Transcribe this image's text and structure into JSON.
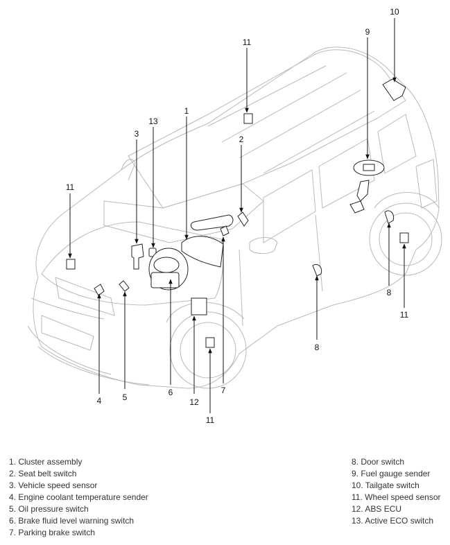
{
  "callouts": {
    "c1": "1",
    "c2": "2",
    "c3": "3",
    "c4": "4",
    "c5": "5",
    "c6": "6",
    "c7": "7",
    "c8a": "8",
    "c8b": "8",
    "c9": "9",
    "c10": "10",
    "c11a": "11",
    "c11b": "11",
    "c11c": "11",
    "c11d": "11",
    "c12": "12",
    "c13": "13"
  },
  "legend": {
    "left": [
      "1. Cluster assembly",
      "2. Seat belt switch",
      "3. Vehicle speed sensor",
      "4. Engine coolant temperature sender",
      "5. Oil pressure switch",
      "6. Brake fluid level warning switch",
      "7. Parking brake switch"
    ],
    "right": [
      "8. Door switch",
      "9. Fuel gauge sender",
      "10. Tailgate switch",
      "11. Wheel speed sensor",
      "12. ABS ECU",
      "13. Active ECO switch"
    ]
  }
}
